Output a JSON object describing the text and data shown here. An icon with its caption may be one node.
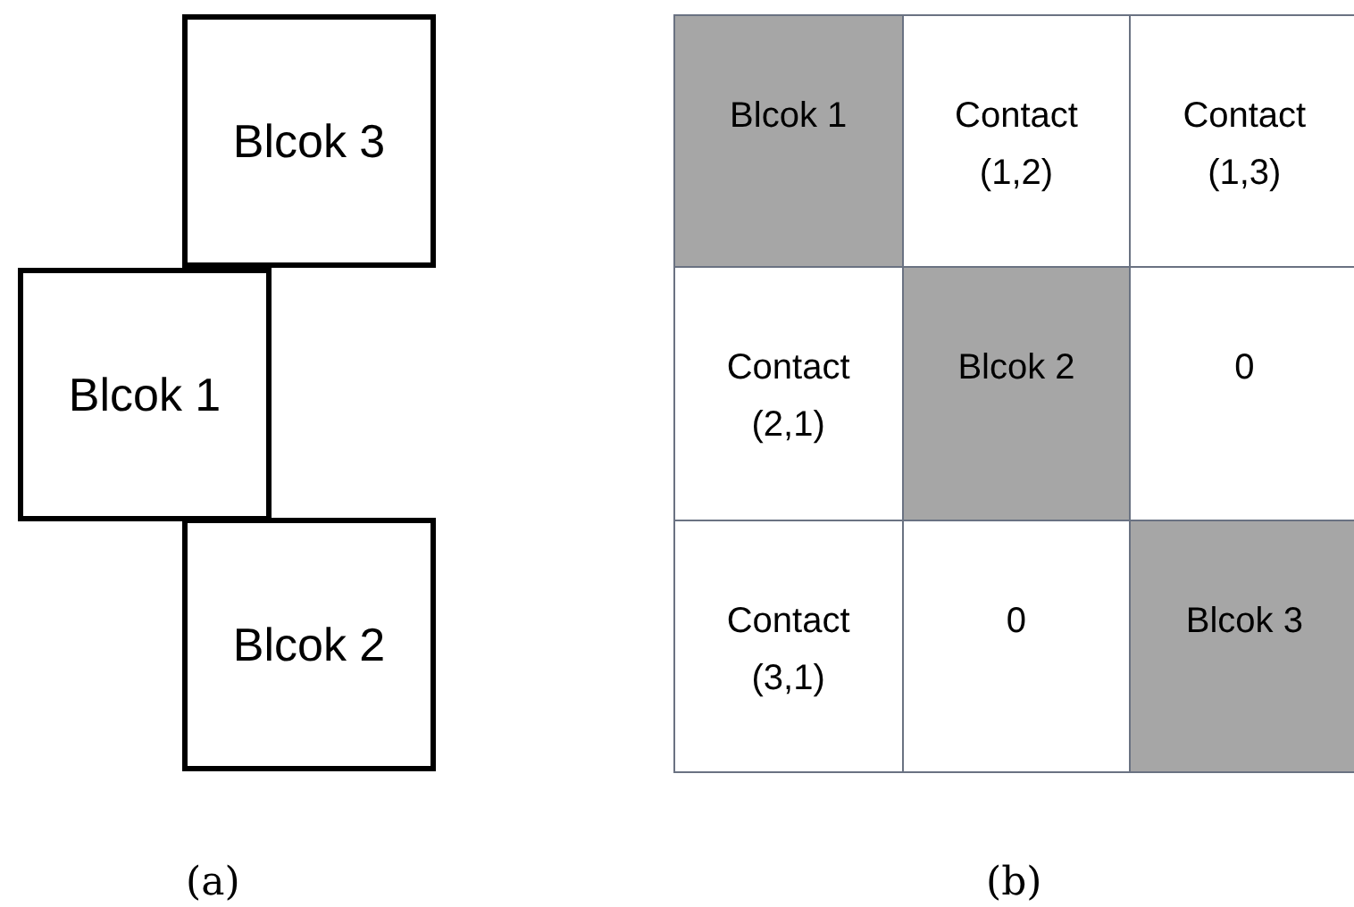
{
  "diagram": {
    "nodes": [
      {
        "text": [
          "Blcok 3"
        ]
      },
      {
        "text": [
          "Blcok 1"
        ]
      },
      {
        "text": [
          "Blcok 2"
        ]
      }
    ],
    "labels": [
      "Blcok 1",
      "Contact (1,2)",
      "Contact (1,3)",
      "Contact (2,1)",
      "Blcok 2",
      "0",
      "Contact (3,1)",
      "0",
      "Blcok 3",
      "(a)",
      "(b)"
    ]
  }
}
